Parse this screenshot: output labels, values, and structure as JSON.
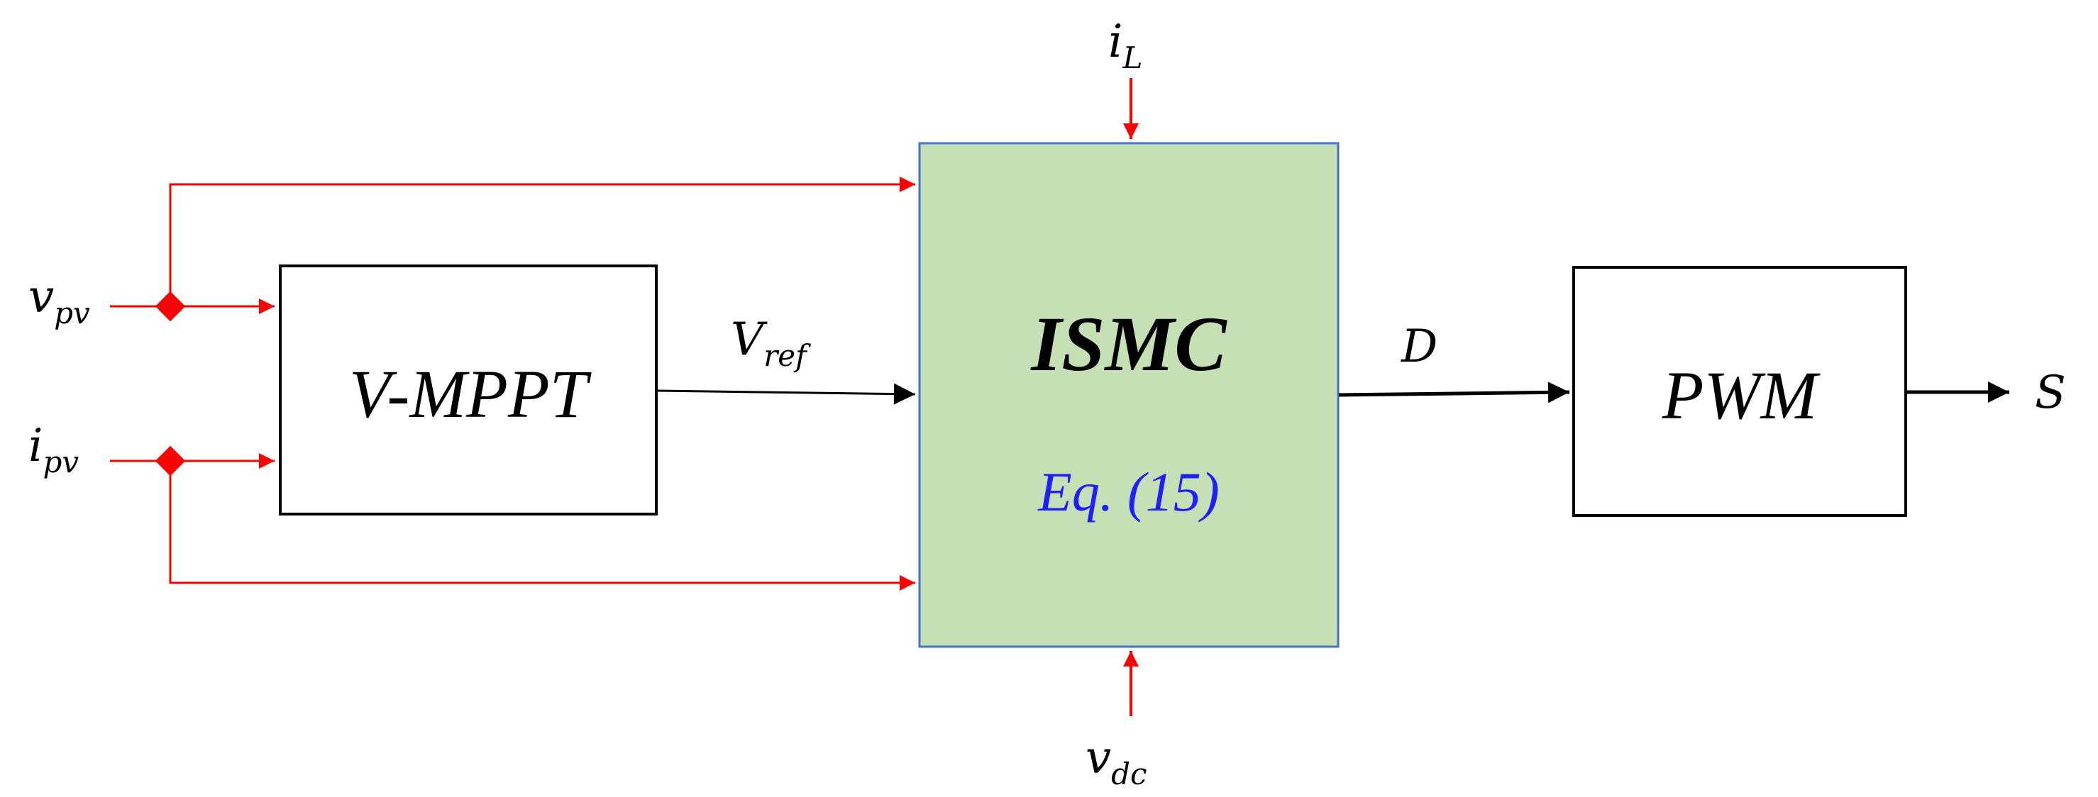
{
  "colors": {
    "red": "#ff0000",
    "black": "#000000",
    "ismc_fill": "#c5e0b4",
    "ismc_border": "#4472c4",
    "eq_text": "#1f1fff"
  },
  "inputs": {
    "vpv": {
      "main": "v",
      "sub": "pv"
    },
    "ipv": {
      "main": "i",
      "sub": "pv"
    },
    "iL": {
      "main": "i",
      "sub": "L"
    },
    "vdc": {
      "main": "v",
      "sub": "dc"
    }
  },
  "blocks": {
    "mppt": {
      "label": "V-MPPT"
    },
    "ismc": {
      "label": "ISMC",
      "equation": "Eq. (15)"
    },
    "pwm": {
      "label": "PWM"
    }
  },
  "signals": {
    "vref": {
      "main": "V",
      "sub": "ref"
    },
    "duty": {
      "label": "D"
    },
    "switch": {
      "label": "S"
    }
  }
}
